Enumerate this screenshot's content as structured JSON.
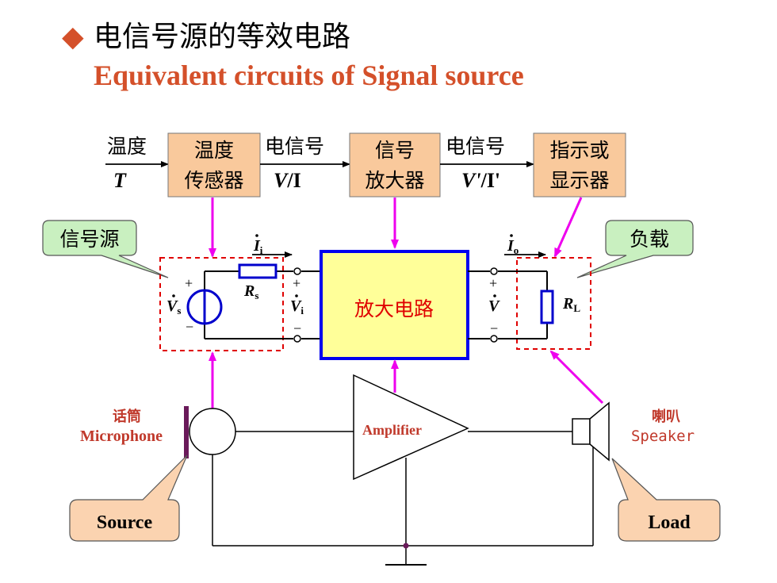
{
  "title": {
    "bullet": "◆",
    "cn": "电信号源的等效电路",
    "en": "Equivalent circuits of Signal source"
  },
  "block_diagram": {
    "input_top": "温度",
    "input_bottom": "T",
    "sensor_line1": "温度",
    "sensor_line2": "传感器",
    "signal1_top": "电信号",
    "signal1_v": "V",
    "signal1_sep": "/",
    "signal1_i": "I",
    "amp_line1": "信号",
    "amp_line2": "放大器",
    "signal2_top": "电信号",
    "signal2_v": "V'",
    "signal2_sep": "/",
    "signal2_i": "I'",
    "display_line1": "指示或",
    "display_line2": "显示器"
  },
  "circuit": {
    "source_callout": "信号源",
    "load_callout": "负载",
    "amp_label": "放大电路",
    "ii_main": "I",
    "ii_sub": "i",
    "io_main": "I",
    "io_sub": "o",
    "rs_main": "R",
    "rs_sub": "s",
    "rl_main": "R",
    "rl_sub": "L",
    "vs_main": "V",
    "vs_sub": "s",
    "vi_main": "V",
    "vi_sub": "i",
    "vout_main": "V",
    "plus": "+",
    "minus": "−"
  },
  "physical": {
    "mic_cn": "话筒",
    "mic_en": "Microphone",
    "amplifier": "Amplifier",
    "speaker_cn": "喇叭",
    "speaker_en": "Speaker",
    "source_tag": "Source",
    "load_tag": "Load"
  },
  "colors": {
    "title_red": "#d4502a",
    "block_fill": "#f9c99c",
    "callout_green": "#c9f0c0",
    "tag_fill": "#fbd3b0",
    "amp_fill": "#ffff99",
    "amp_border": "#0000ee",
    "magenta": "#ee00ee",
    "dashed_red": "#e00000",
    "blue": "#0000cc"
  }
}
